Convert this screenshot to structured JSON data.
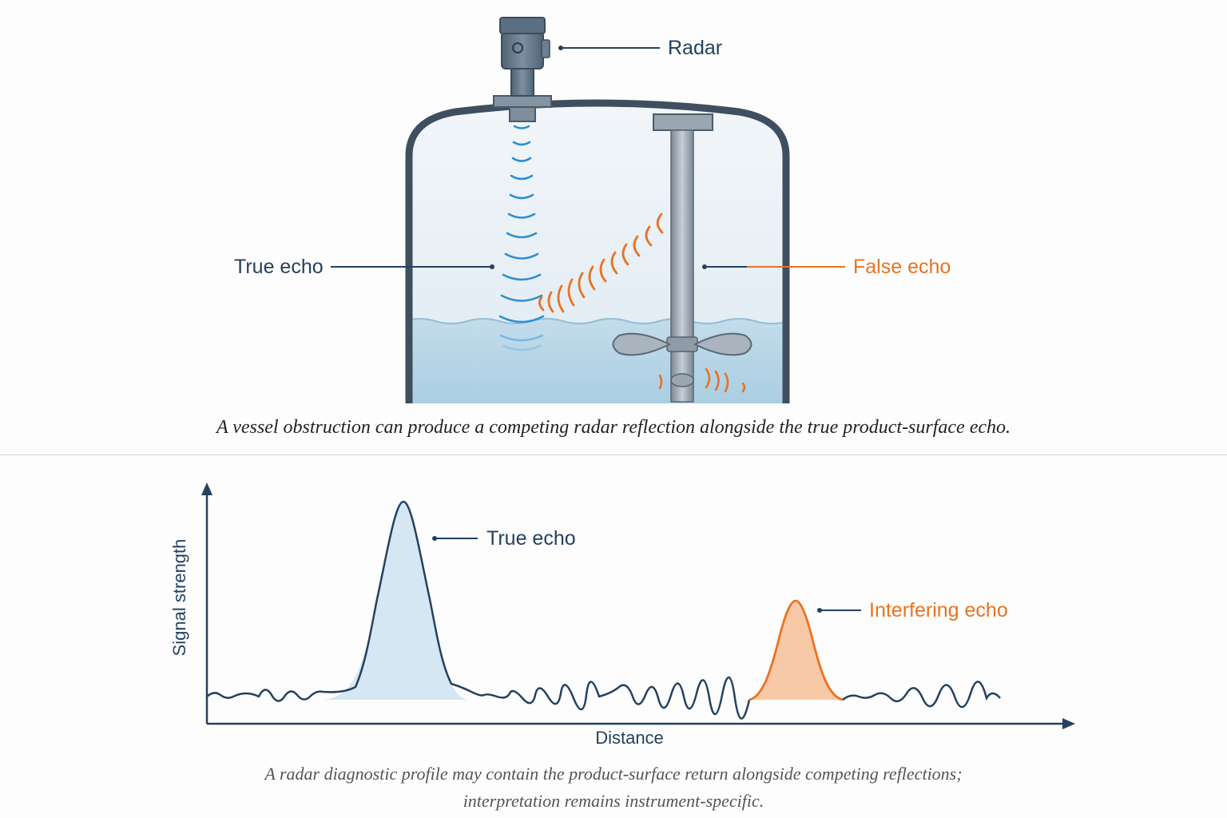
{
  "vessel_diagram": {
    "radar_label": "Radar",
    "true_echo_label": "True echo",
    "false_echo_label": "False echo",
    "caption": "A vessel obstruction can produce a competing radar reflection alongside the true product-surface echo."
  },
  "profile_chart": {
    "ylabel": "Signal strength",
    "xlabel": "Distance",
    "true_echo_label": "True echo",
    "interfering_echo_label": "Interfering echo",
    "caption_line1": "A radar diagnostic profile may contain the product-surface return alongside competing reflections;",
    "caption_line2": "interpretation remains instrument-specific."
  },
  "colors": {
    "dark": "#24415e",
    "orange": "#e9731f",
    "blue_wave": "#2f8fcf",
    "liquid": "#b7d6e8"
  },
  "chart_data": {
    "type": "line",
    "xlabel": "Distance",
    "ylabel": "Signal strength",
    "axis_ticks": false,
    "series": [
      {
        "name": "True echo",
        "peak_x_relative": 0.22,
        "peak_height_relative": 1.0
      },
      {
        "name": "Interfering echo",
        "peak_x_relative": 0.68,
        "peak_height_relative": 0.5
      }
    ]
  }
}
